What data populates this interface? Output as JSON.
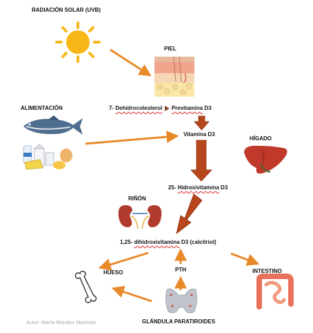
{
  "diagram": {
    "labels": {
      "solar": "RADIACIÓN SOLAR (UVB)",
      "skin": "PIEL",
      "food": "ALIMENTACIÓN",
      "liver": "HÍGADO",
      "kidney": "RIÑÓN",
      "bone": "HUESO",
      "pth": "PTH",
      "intestine": "INTESTINO",
      "parathyroid": "GLÁNDULA PARATIROIDES"
    },
    "compounds": {
      "c7_prefix": "7- ",
      "c7_name": "Dehidrocolesterol",
      "previt_name": "Previtamina",
      "previt_suffix": " D3",
      "vitd3": "Vitamina D3",
      "c25_prefix": "25- ",
      "c25_name": "Hidroxivitamina",
      "c25_suffix": " D3",
      "c125_prefix": "1,25- ",
      "c125_name": "dihidroxivitamina",
      "c125_suffix": " D3 (calcitriol)"
    },
    "credit": "Autor: María Morales Martínez",
    "colors": {
      "thin_arrow": "#e8892a",
      "thick_arrow": "#b8461c",
      "sun": "#f9b617",
      "liver": "#c0392b",
      "kidney": "#b03a2e",
      "intestine": "#e8735a",
      "thyroid": "#bfc4cc",
      "fish": "#4f6d8f"
    },
    "icons": [
      "sun-icon",
      "skin-icon",
      "fish-icon",
      "food-icon",
      "liver-icon",
      "kidney-icon",
      "bone-icon",
      "intestine-icon",
      "thyroid-icon"
    ]
  }
}
